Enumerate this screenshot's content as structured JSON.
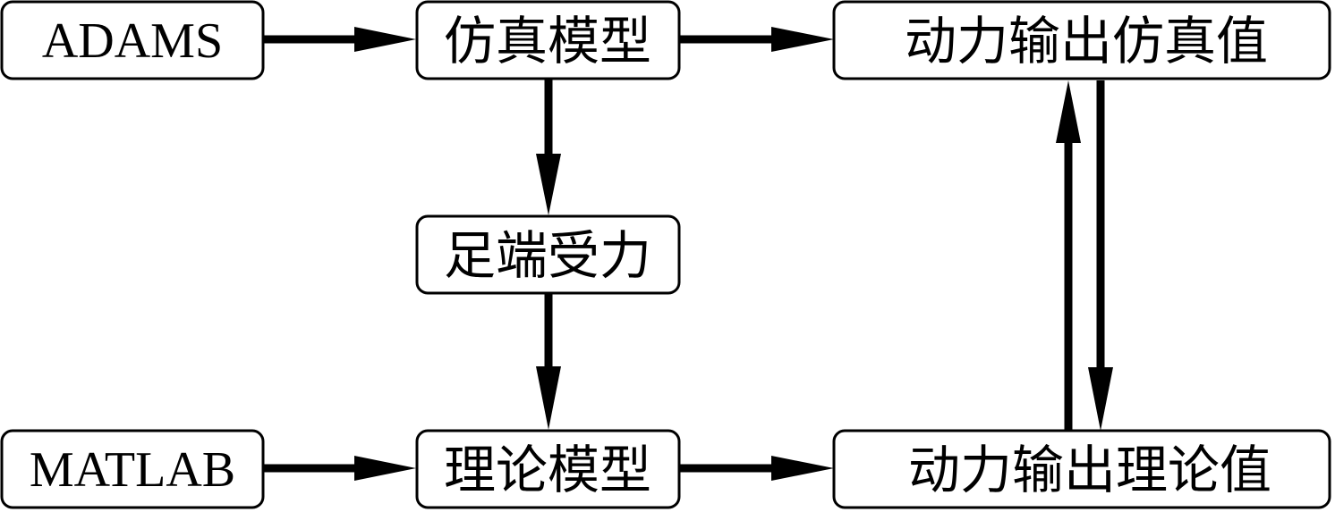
{
  "nodes": {
    "adams": "ADAMS",
    "sim_model": "仿真模型",
    "dyn_sim": "动力输出仿真值",
    "foot_force": "足端受力",
    "matlab": "MATLAB",
    "theory_model": "理论模型",
    "dyn_theory": "动力输出理论值"
  },
  "edges": [
    {
      "from": "adams",
      "to": "sim_model"
    },
    {
      "from": "sim_model",
      "to": "dyn_sim"
    },
    {
      "from": "sim_model",
      "to": "foot_force"
    },
    {
      "from": "foot_force",
      "to": "theory_model"
    },
    {
      "from": "matlab",
      "to": "theory_model"
    },
    {
      "from": "theory_model",
      "to": "dyn_theory"
    },
    {
      "from": "dyn_theory",
      "to": "dyn_sim"
    },
    {
      "from": "dyn_sim",
      "to": "dyn_theory"
    }
  ]
}
